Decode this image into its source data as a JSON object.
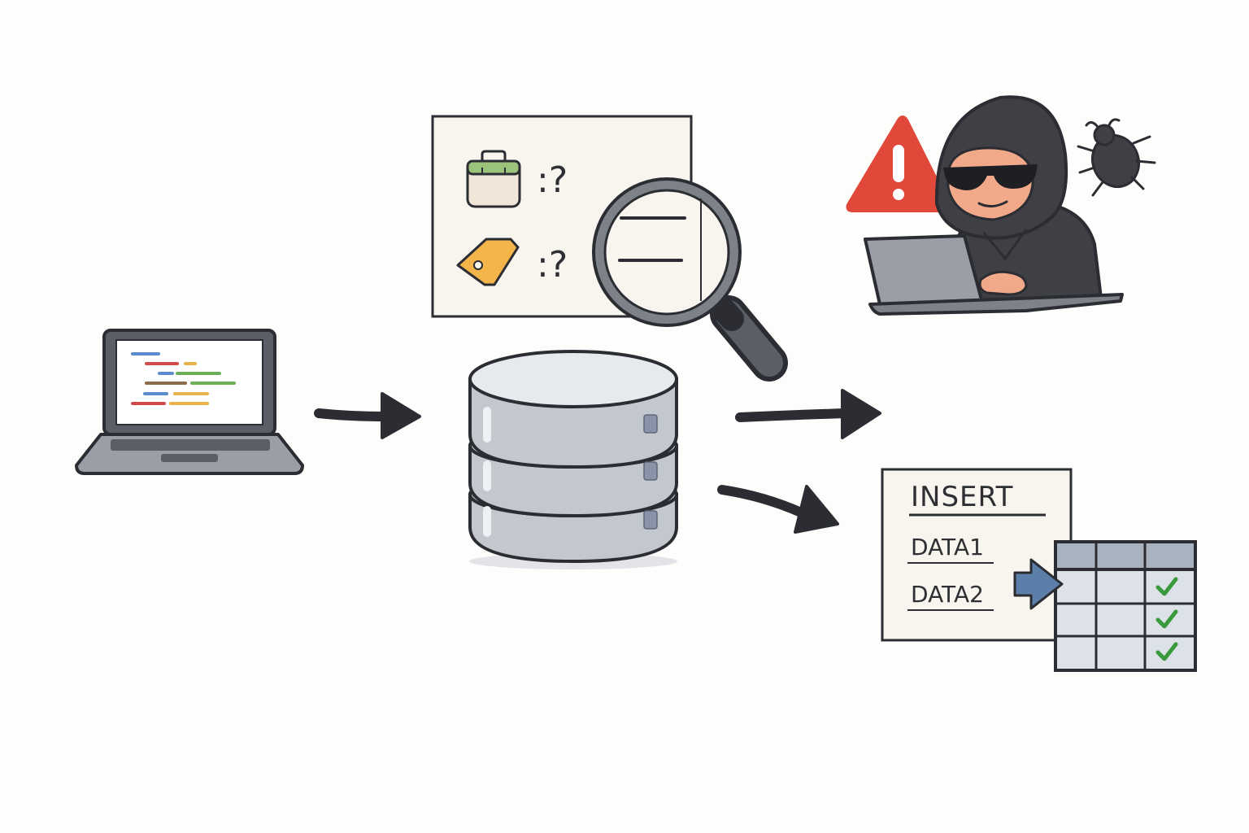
{
  "colors": {
    "ink": "#2b2d33",
    "paper": "#f7f5ee",
    "database": "#c3c8cf",
    "warning": "#e0483a",
    "hacker": "#3f4045",
    "skin": "#f1a98a",
    "check": "#3a9a3e",
    "insert_arrow": "#5b7fa8",
    "table_header": "#a9b3bf",
    "table_cell": "#dde2e8"
  },
  "nodes": {
    "developer": {
      "icon": "laptop-code-icon"
    },
    "database": {
      "icon": "database-icon"
    },
    "inspect_panel": {
      "icons": [
        "container-icon",
        "tag-icon",
        "magnifier-icon"
      ],
      "unknown_marks": [
        ":?",
        ":?"
      ]
    },
    "attacker": {
      "icons": [
        "warning-icon",
        "hacker-icon",
        "bug-icon"
      ]
    },
    "insert_card": {
      "title": "INSERT",
      "rows": [
        "DATA1",
        "DATA2"
      ],
      "checks": [
        "check-icon",
        "check-icon",
        "check-icon"
      ]
    }
  },
  "edges": [
    {
      "from": "developer",
      "to": "database"
    },
    {
      "from": "database",
      "to": "attacker"
    },
    {
      "from": "database",
      "to": "insert_card"
    }
  ]
}
